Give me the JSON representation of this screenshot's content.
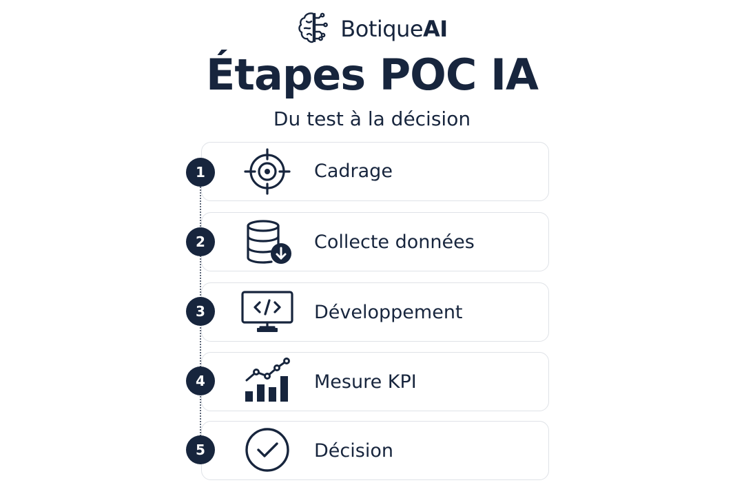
{
  "brand": {
    "name": "Botique",
    "suffix": "AI",
    "icon": "brain-circuit-icon"
  },
  "title": "Étapes POC IA",
  "subtitle": "Du test à la décision",
  "colors": {
    "primary": "#17253d",
    "card_border": "#dfe2e7",
    "timeline": "#5b6577"
  },
  "steps": [
    {
      "number": "1",
      "label": "Cadrage",
      "icon": "target-icon"
    },
    {
      "number": "2",
      "label": "Collecte données",
      "icon": "database-download-icon"
    },
    {
      "number": "3",
      "label": "Développement",
      "icon": "monitor-code-icon"
    },
    {
      "number": "4",
      "label": "Mesure KPI",
      "icon": "bar-chart-trend-icon"
    },
    {
      "number": "5",
      "label": "Décision",
      "icon": "check-circle-icon"
    }
  ]
}
